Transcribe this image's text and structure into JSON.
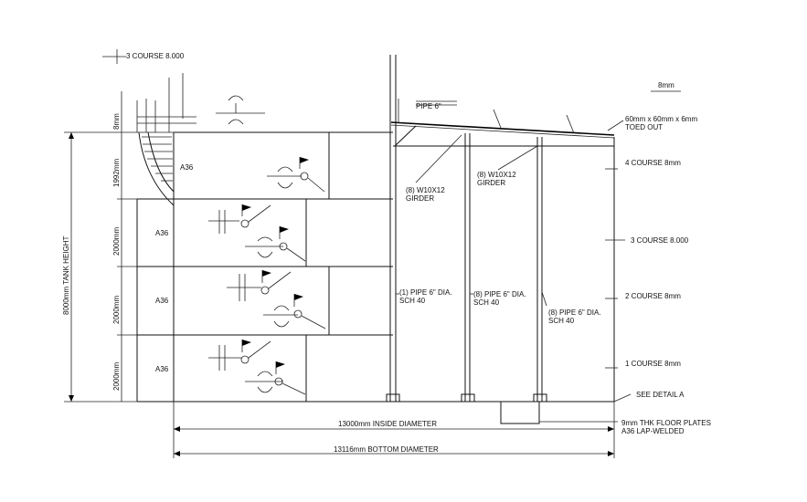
{
  "labels": {
    "course3_top": "3 COURSE 8.000",
    "top_dim": "8mm",
    "pipe_top": "PIPE 6\"",
    "angle": "60mm x 60mm x 6mm",
    "angle_sub": "TOED OUT",
    "course4": "4 COURSE 8mm",
    "course3": "3 COURSE 8.000",
    "course2": "2 COURSE 8mm",
    "course1": "1 COURSE 8mm",
    "see_detail": "SEE DETAIL A",
    "floor1": "9mm THK FLOOR PLATES",
    "floor2": "A36 LAP-WELDED",
    "inside_dia": "13000mm INSIDE DIAMETER",
    "bottom_dia": "13116mm BOTTOM DIAMETER",
    "tank_height": "8000mm TANK HEIGHT",
    "dim_top": "8mm",
    "dim_1992": "1992mm",
    "dim_2000a": "2000mm",
    "dim_2000b": "2000mm",
    "dim_2000c": "2000mm",
    "mat1": "A36",
    "mat2": "A36",
    "mat3": "A36",
    "mat4": "A36",
    "girder1a": "(8) W10X12",
    "girder1b": "GIRDER",
    "girder2a": "(8) W10X12",
    "girder2b": "GIRDER",
    "pipe1a": "(1) PIPE 6\" DIA.",
    "pipe1b": "SCH 40",
    "pipe2a": "(8) PIPE 6\" DIA.",
    "pipe2b": "SCH 40",
    "pipe3a": "(8) PIPE 6\" DIA.",
    "pipe3b": "SCH 40"
  }
}
